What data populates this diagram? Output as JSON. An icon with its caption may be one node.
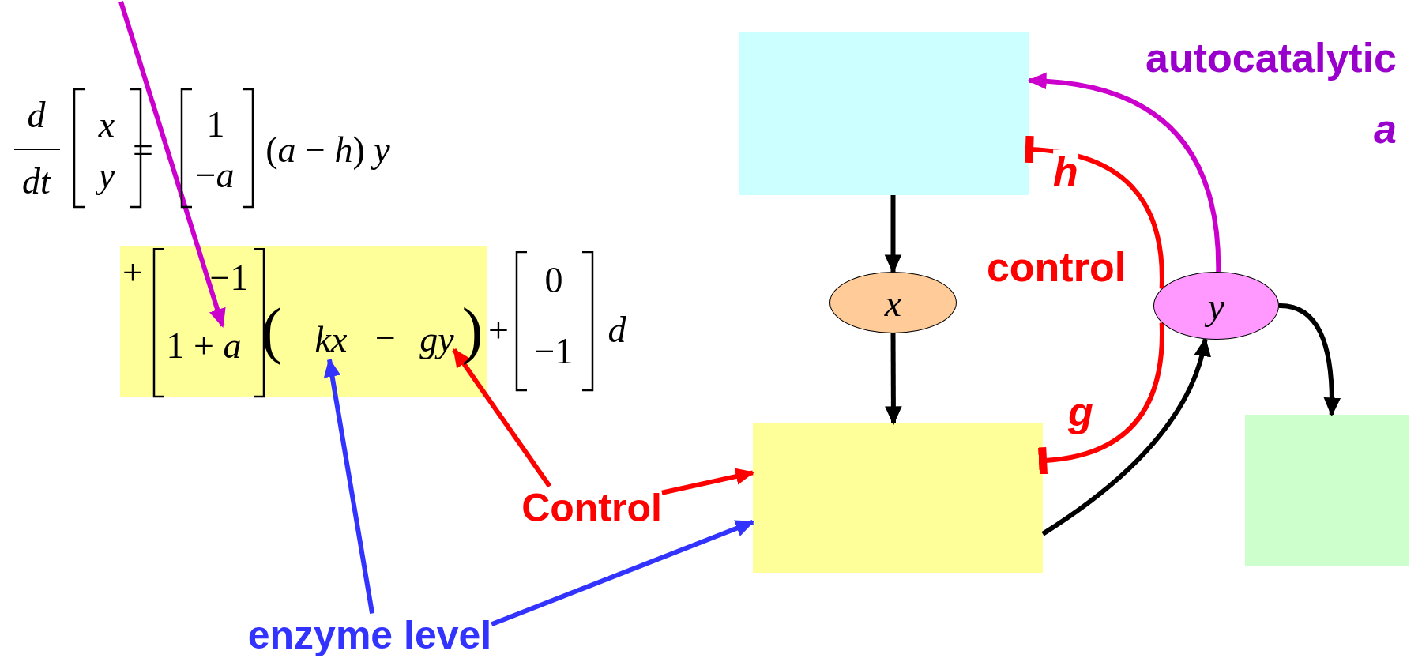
{
  "diagram": {
    "nodes": [
      {
        "text": [],
        "shape": "box"
      },
      {
        "text": [
          "1 + *a*"
        ],
        "in": 0
      },
      {
        "text": [
          "kx"
        ],
        "in": 0
      },
      {
        "text": [
          "gy"
        ],
        "in": 0
      },
      {
        "text": [],
        "shape": "box"
      },
      {
        "text": [
          "x"
        ]
      },
      {
        "text": [],
        "shape": "box"
      },
      {
        "text": [
          "y"
        ]
      },
      {
        "text": [],
        "shape": "box"
      },
      {
        "text": [
          "Control"
        ]
      },
      {
        "text": [
          "enzyme level"
        ]
      }
    ],
    "edges": [
      {
        "from": 4,
        "to": 5,
        "arrow": "to"
      },
      {
        "from": 5,
        "to": 6,
        "arrow": "to"
      },
      {
        "from": 6,
        "to": 7,
        "arrow": "to"
      },
      {
        "from": 7,
        "to": 8,
        "arrow": "to"
      },
      {
        "from": 7,
        "to": 4,
        "arrow": "to",
        "color": "#cc00cc",
        "label": "autocatalytic *a*"
      },
      {
        "from": 7,
        "to": 4,
        "arrow": "other",
        "color": "#ff0000",
        "label": "h"
      },
      {
        "from": 7,
        "to": 6,
        "arrow": "other",
        "color": "#ff0000",
        "label": "g"
      },
      {
        "from": null,
        "to": 1,
        "arrow": "to",
        "color": "#cc00cc"
      },
      {
        "from": 9,
        "to": 6,
        "arrow": "to",
        "color": "#ff0000"
      },
      {
        "from": 9,
        "to": 3,
        "arrow": "to",
        "color": "#ff0000"
      },
      {
        "from": 10,
        "to": 2,
        "arrow": "to",
        "color": "#3333ff"
      },
      {
        "from": 10,
        "to": 6,
        "arrow": "to",
        "color": "#3333ff"
      }
    ],
    "labels": [
      "d",
      "dt",
      "x",
      "y",
      "=",
      "1",
      "−*a*",
      "(*a* − *h*) *y*",
      "+",
      "−1",
      "(",
      "−",
      ")",
      "+",
      "0",
      "−1",
      "d",
      "control"
    ]
  }
}
